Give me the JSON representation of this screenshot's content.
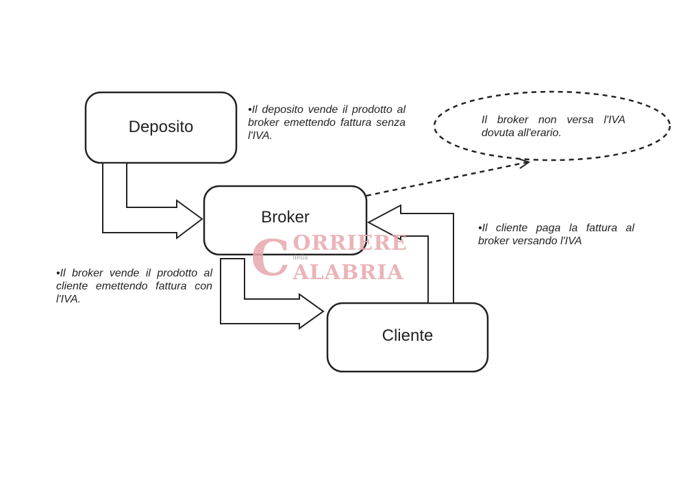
{
  "nodes": {
    "deposito": "Deposito",
    "broker": "Broker",
    "cliente": "Cliente"
  },
  "notes": {
    "deposito_to_broker": "•Il deposito vende il prodotto al broker emettendo fattura senza l'IVA.",
    "broker_to_cliente": "•Il broker vende il prodotto al cliente emettendo fattura con l'IVA.",
    "cliente_to_broker": "•Il cliente paga la fattura al broker versando l'IVA",
    "broker_erario": "Il broker non versa l'IVA dovuta all'erario."
  },
  "watermark": {
    "line1": "ORRIERE",
    "small": "della",
    "line2": "ALABRIA",
    "initial": "C"
  }
}
